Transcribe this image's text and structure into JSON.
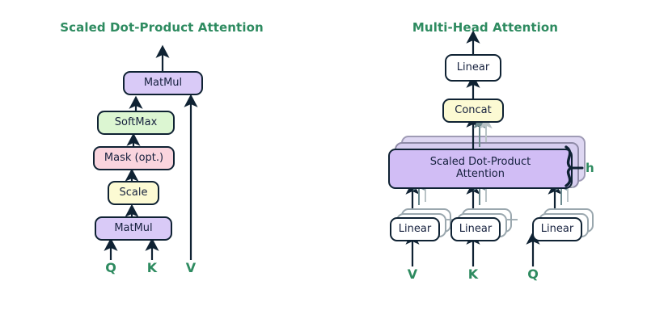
{
  "diagram": {
    "title_color": "#2e8b60",
    "stroke_color": "#0f2233",
    "ghost_stroke_color": "#9aa7ae",
    "arrow_colors": [
      "#0f2233",
      "#6d8a8f",
      "#b9c3c6"
    ]
  },
  "left_panel": {
    "title": "Scaled Dot-Product Attention",
    "nodes": [
      {
        "label": "MatMul",
        "fill": "#d9caf7"
      },
      {
        "label": "SoftMax",
        "fill": "#dcf6d2"
      },
      {
        "label": "Mask (opt.)",
        "fill": "#fad5de"
      },
      {
        "label": "Scale",
        "fill": "#fcfad3"
      },
      {
        "label": "MatMul",
        "fill": "#d9caf7"
      }
    ],
    "inputs": [
      {
        "label": "Q"
      },
      {
        "label": "K"
      },
      {
        "label": "V"
      }
    ]
  },
  "right_panel": {
    "title": "Multi-Head Attention",
    "nodes": [
      {
        "label": "Linear",
        "fill": "#ffffff"
      },
      {
        "label": "Concat",
        "fill": "#fcfad3"
      }
    ],
    "attention_block": {
      "line1": "Scaled Dot-Product",
      "line2": "Attention",
      "fill": "#d1bdf5",
      "stack_count": 3
    },
    "projection_label": "Linear",
    "projection_count": 3,
    "heads_label": "h",
    "inputs": [
      {
        "label": "V"
      },
      {
        "label": "K"
      },
      {
        "label": "Q"
      }
    ]
  }
}
